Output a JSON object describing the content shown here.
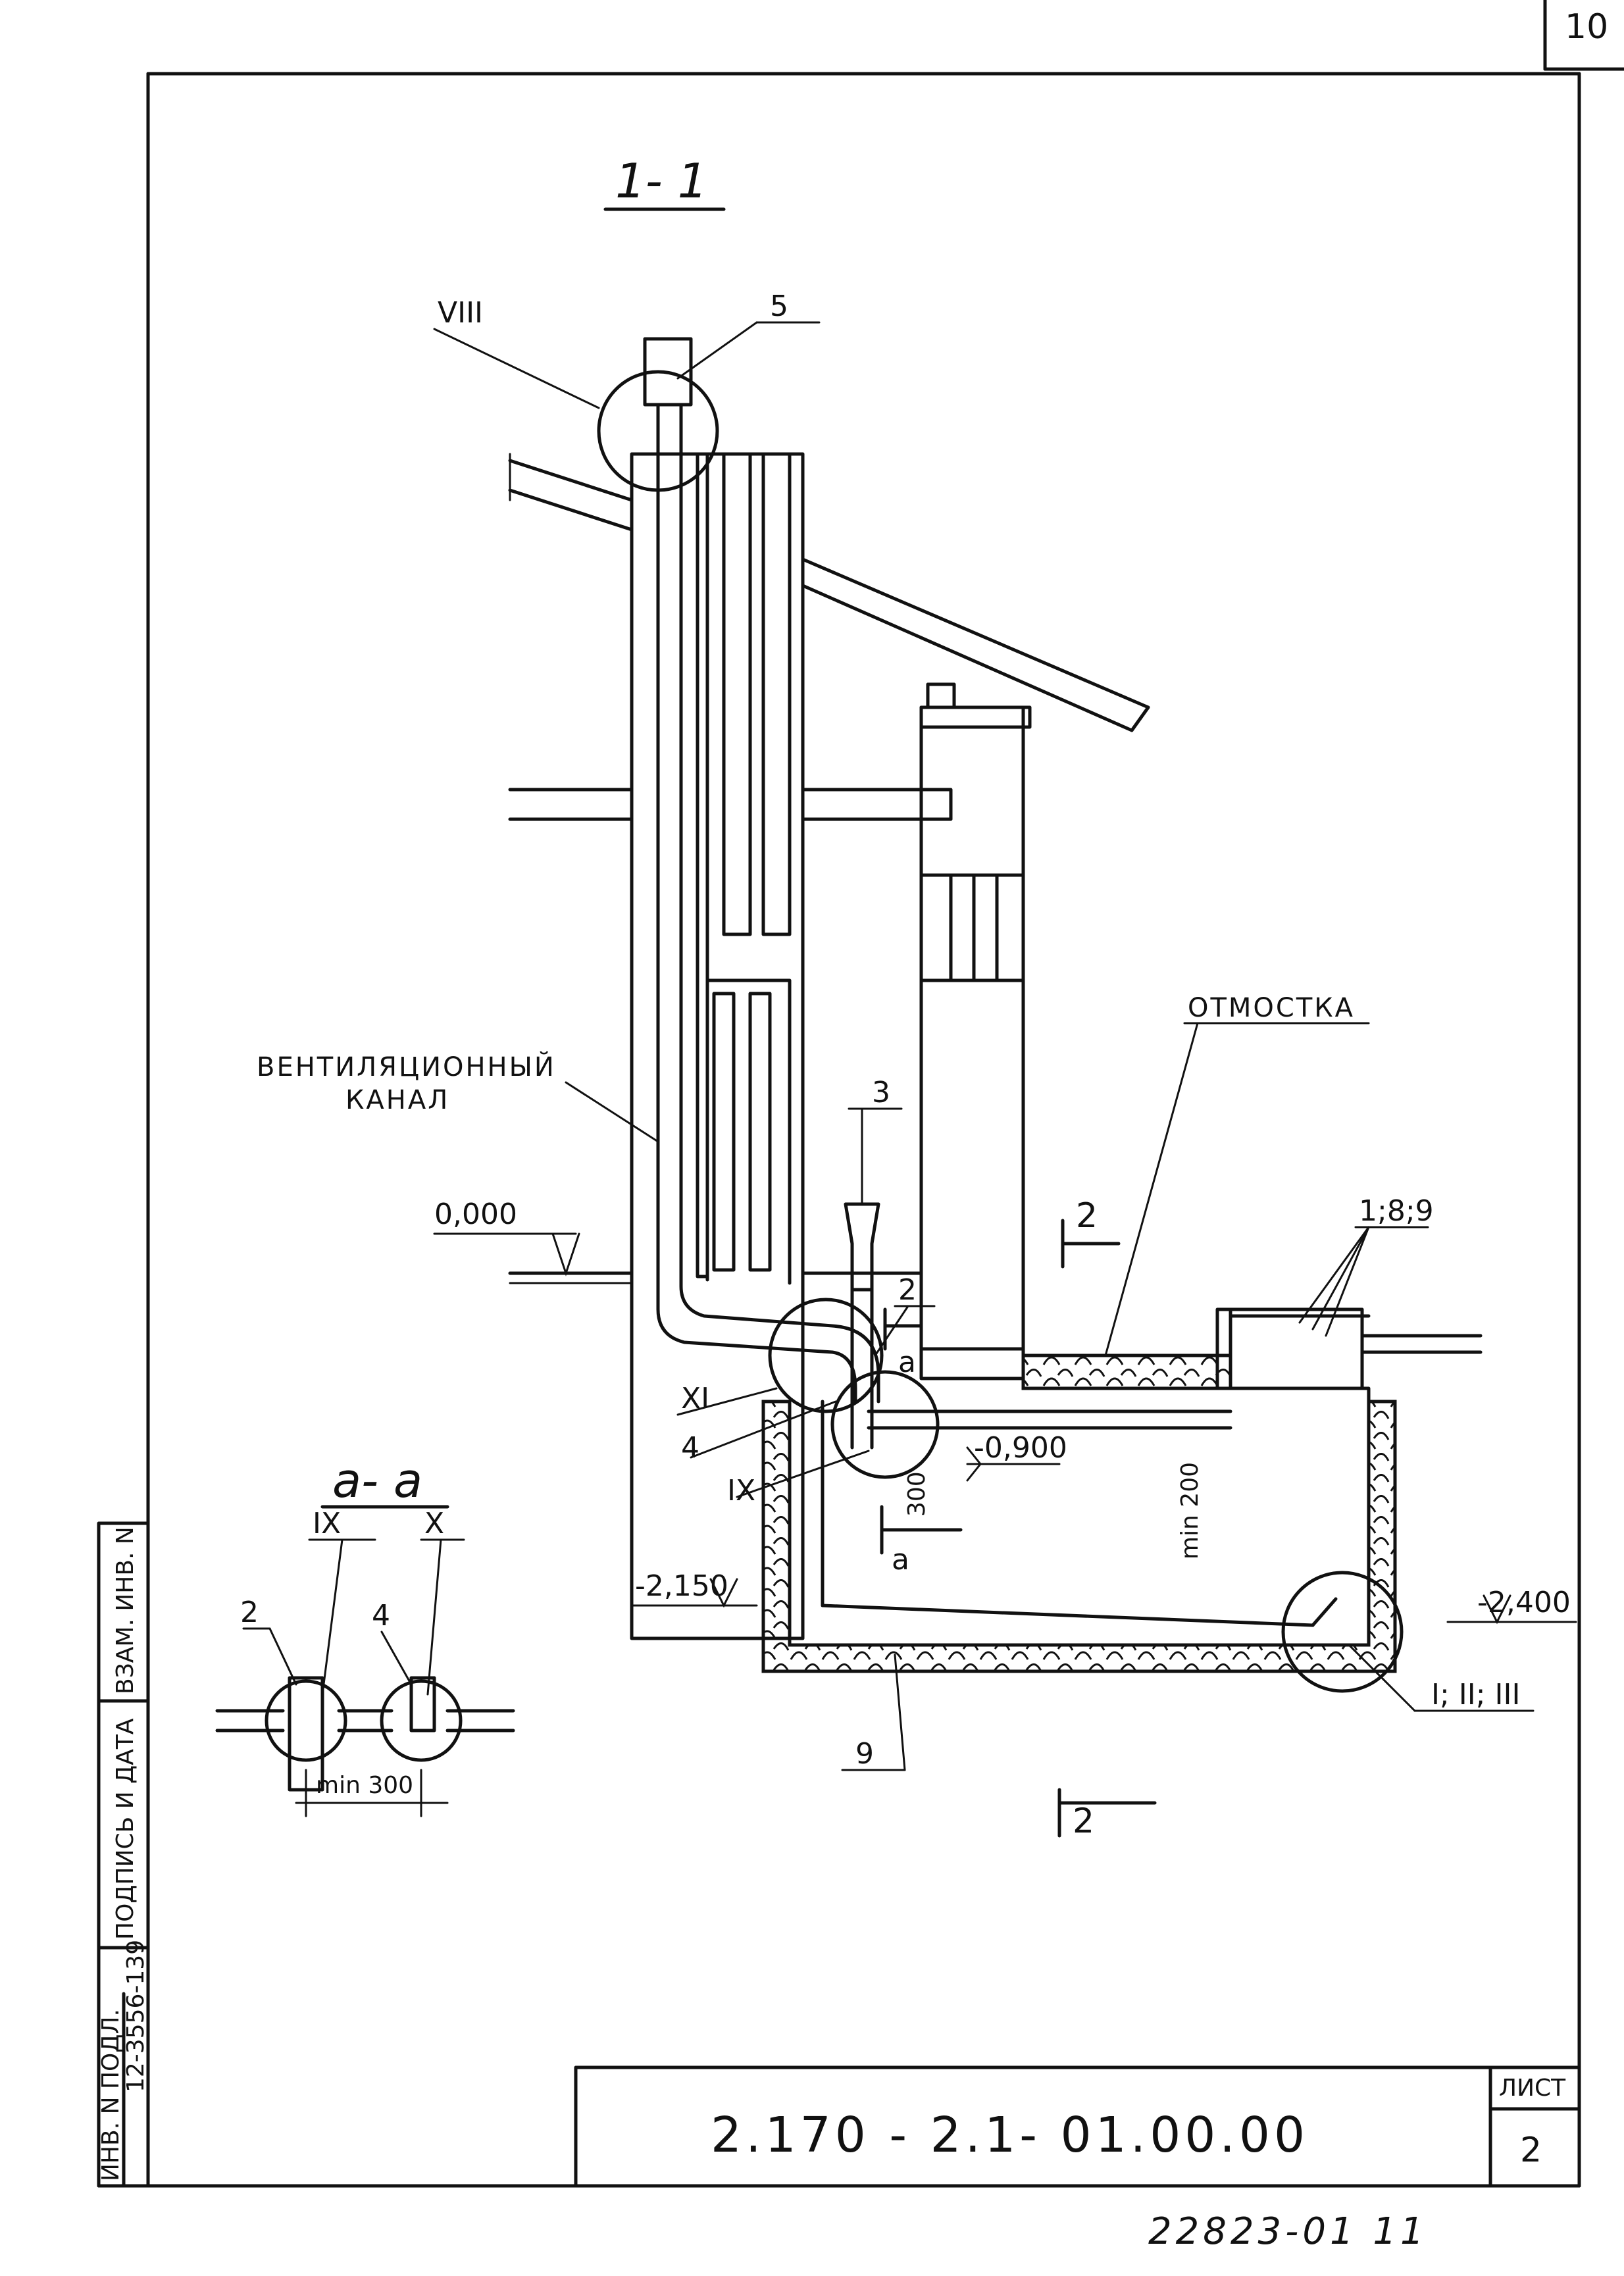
{
  "page_number": "10",
  "section_main": "1- 1",
  "section_detail": "a- a",
  "callouts": {
    "c_viii": "VIII",
    "c_5": "5",
    "c_3": "3",
    "c_2": "2",
    "c_xi": "XI",
    "c_4": "4",
    "c_ix": "IX",
    "c_189": "1;8;9",
    "c_9": "9",
    "c_123": "I; II; III",
    "cut_2_top": "2",
    "cut_2_bottom": "2",
    "cut_a_top": "a",
    "cut_a_bottom": "a"
  },
  "labels": {
    "vent_line1": "ВЕНТИЛЯЦИОННЫЙ",
    "vent_line2": "КАНАЛ",
    "otmostka": "ОТМОСТКА"
  },
  "levels": {
    "zero": "0,000",
    "m0900": "-0,900",
    "m2150": "-2,150",
    "m2400": "-2,400"
  },
  "dims": {
    "d300": "300",
    "min200": "min 200",
    "min300": "min 300"
  },
  "detail": {
    "ix": "IX",
    "x": "X",
    "n2": "2",
    "n4": "4"
  },
  "side_stamp": {
    "inv_podl": "ИНВ. N ПОДЛ.",
    "podpis": "ПОДПИСЬ И ДАТА",
    "vzam": "ВЗАМ. ИНВ. N",
    "inv_value": "12-3556-139"
  },
  "title_block": {
    "code": "2.170 - 2.1- 01.00.00",
    "list_label": "ЛИСТ",
    "list_value": "2"
  },
  "footer_code": "22823-01   11"
}
